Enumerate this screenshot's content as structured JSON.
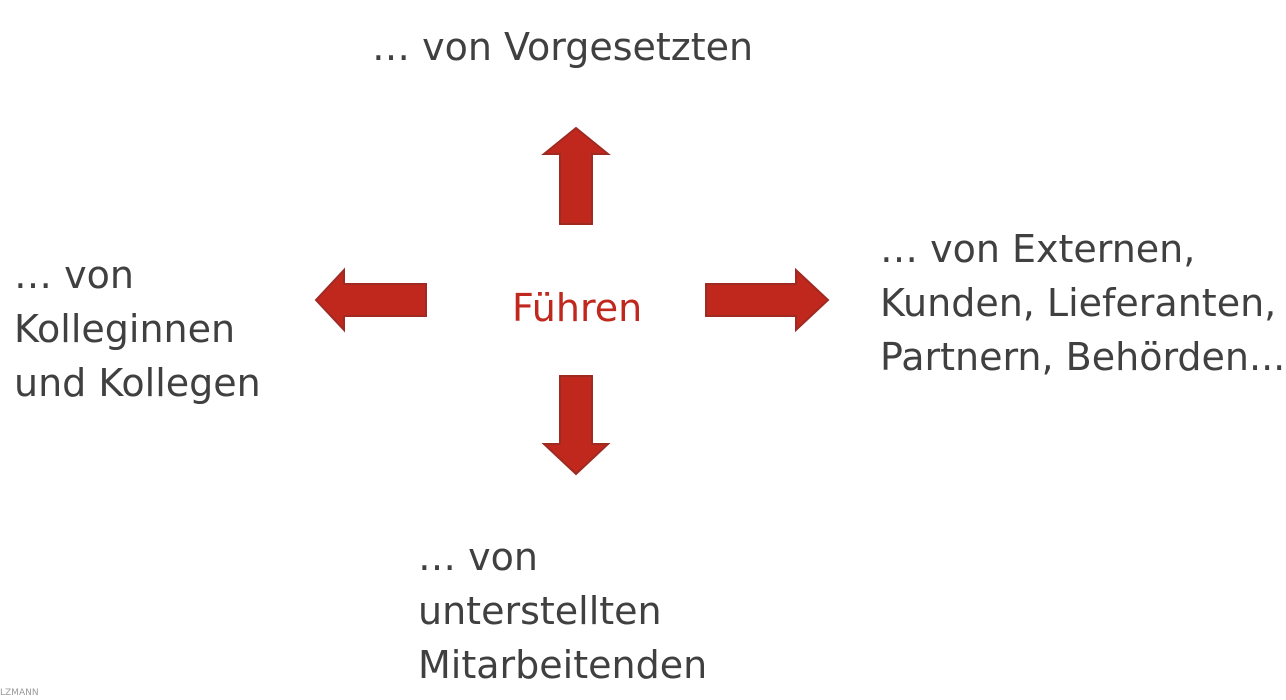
{
  "center": {
    "text": "Führen"
  },
  "top": {
    "lines": [
      "… von Vorgesetzten"
    ]
  },
  "left": {
    "lines": [
      "… von",
      "Kolleginnen",
      "und Kollegen"
    ]
  },
  "right": {
    "lines": [
      "… von Externen,",
      "Kunden, Lieferanten,",
      "Partnern, Behörden..."
    ]
  },
  "bottom": {
    "lines": [
      "… von",
      "unterstellten",
      "Mitarbeitenden"
    ]
  },
  "footer": {
    "text": "LZMANN"
  },
  "colors": {
    "accent": "#c0281e",
    "arrow_stroke": "#9e2a22",
    "text": "#404040"
  }
}
